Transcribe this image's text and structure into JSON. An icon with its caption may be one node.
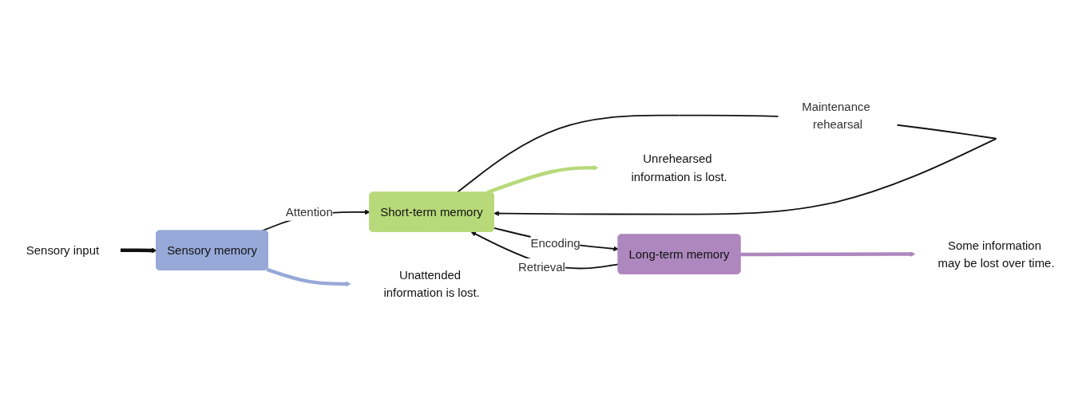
{
  "diagram": {
    "nodes": [
      {
        "text": [
          "Sensory input"
        ]
      },
      {
        "text": [
          "Sensory memory"
        ]
      },
      {
        "text": [
          "Short-term memory"
        ]
      },
      {
        "text": [
          "Long-term memory"
        ]
      },
      {
        "text": [
          "Unattended information is lost."
        ]
      },
      {
        "text": [
          "Unrehearsed information is lost."
        ]
      },
      {
        "text": [
          "Some information may be lost over time."
        ]
      }
    ],
    "edges": [
      {
        "from": 0,
        "to": 1,
        "arrow": "to",
        "style": "thick"
      },
      {
        "from": 1,
        "to": 2,
        "arrow": "to",
        "label": "Attention"
      },
      {
        "from": 2,
        "to": 2,
        "arrow": "to",
        "label": "Maintenance rehearsal"
      },
      {
        "from": 2,
        "to": 3,
        "arrow": "to",
        "label": "Encoding"
      },
      {
        "from": 3,
        "to": 2,
        "arrow": "to",
        "label": "Retrieval"
      },
      {
        "from": 1,
        "to": 4,
        "arrow": "to",
        "style": "thick",
        "color": "#97a9d8"
      },
      {
        "from": 2,
        "to": 5,
        "arrow": "to",
        "style": "thick",
        "color": "#b7d97a"
      },
      {
        "from": 3,
        "to": 6,
        "arrow": "to",
        "style": "thick",
        "color": "#ad87bd"
      }
    ]
  }
}
